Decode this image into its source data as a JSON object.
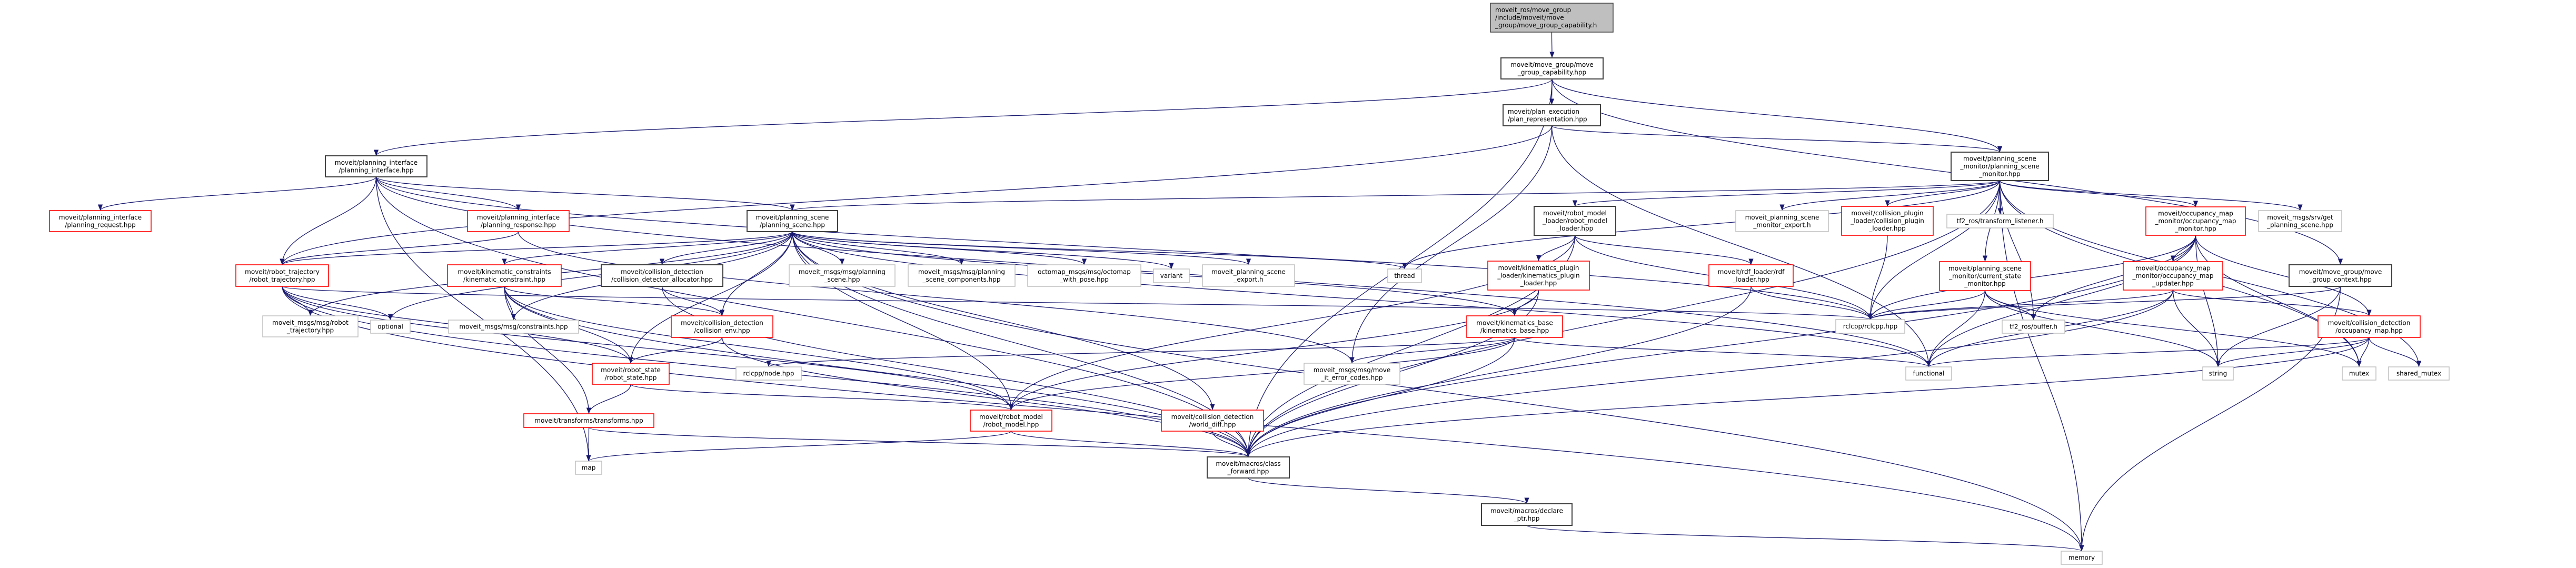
{
  "diagram": {
    "type": "include-dependency-graph",
    "colors": {
      "edge": "#191970",
      "root_fill": "#bfbfbf",
      "documented_border": "#404040",
      "truncated_border": "#ff0000",
      "external_border": "#bfbfbf"
    },
    "nodes": [
      {
        "id": "n0",
        "kind": "root",
        "lines": [
          "moveit_ros/move_group",
          "/include/moveit/move",
          "_group/move_group_capability.h"
        ],
        "align": "left"
      },
      {
        "id": "n1",
        "kind": "documented",
        "lines": [
          "moveit/move_group/move",
          "_group_capability.hpp"
        ]
      },
      {
        "id": "n2",
        "kind": "documented",
        "lines": [
          "moveit/plan_execution",
          "/plan_representation.hpp"
        ],
        "align": "left"
      },
      {
        "id": "n3",
        "kind": "documented",
        "lines": [
          "moveit/planning_interface",
          "/planning_interface.hpp"
        ]
      },
      {
        "id": "n4",
        "kind": "documented",
        "lines": [
          "moveit/planning_scene",
          "_monitor/planning_scene",
          "_monitor.hpp"
        ]
      },
      {
        "id": "n5",
        "kind": "truncated",
        "lines": [
          "moveit/planning_interface",
          "/planning_request.hpp"
        ]
      },
      {
        "id": "n6",
        "kind": "truncated",
        "lines": [
          "moveit/planning_interface",
          "/planning_response.hpp"
        ]
      },
      {
        "id": "n7",
        "kind": "documented",
        "lines": [
          "moveit/planning_scene",
          "/planning_scene.hpp"
        ]
      },
      {
        "id": "n8",
        "kind": "documented",
        "lines": [
          "moveit/robot_model",
          "_loader/robot_model",
          "_loader.hpp"
        ]
      },
      {
        "id": "n9",
        "kind": "external",
        "lines": [
          "moveit_planning_scene",
          "_monitor_export.h"
        ]
      },
      {
        "id": "n10",
        "kind": "truncated",
        "lines": [
          "moveit/collision_plugin",
          "_loader/collision_plugin",
          "_loader.hpp"
        ]
      },
      {
        "id": "n11",
        "kind": "external",
        "lines": [
          "tf2_ros/transform_listener.h"
        ]
      },
      {
        "id": "n12",
        "kind": "truncated",
        "lines": [
          "moveit/occupancy_map",
          "_monitor/occupancy_map",
          "_monitor.hpp"
        ]
      },
      {
        "id": "n13",
        "kind": "external",
        "lines": [
          "moveit_msgs/srv/get",
          "_planning_scene.hpp"
        ]
      },
      {
        "id": "n14",
        "kind": "documented",
        "lines": [
          "moveit/move_group/move",
          "_group_context.hpp"
        ]
      },
      {
        "id": "n15",
        "kind": "truncated",
        "lines": [
          "moveit/robot_trajectory",
          "/robot_trajectory.hpp"
        ]
      },
      {
        "id": "n16",
        "kind": "truncated",
        "lines": [
          "moveit/kinematic_constraints",
          "/kinematic_constraint.hpp"
        ]
      },
      {
        "id": "n17",
        "kind": "documented",
        "lines": [
          "moveit/collision_detection",
          "/collision_detector_allocator.hpp"
        ]
      },
      {
        "id": "n18",
        "kind": "external",
        "lines": [
          "moveit_msgs/msg/planning",
          "_scene.hpp"
        ]
      },
      {
        "id": "n19",
        "kind": "external",
        "lines": [
          "moveit_msgs/msg/planning",
          "_scene_components.hpp"
        ]
      },
      {
        "id": "n20",
        "kind": "external",
        "lines": [
          "octomap_msgs/msg/octomap",
          "_with_pose.hpp"
        ]
      },
      {
        "id": "n21",
        "kind": "external",
        "lines": [
          "variant"
        ]
      },
      {
        "id": "n22",
        "kind": "external",
        "lines": [
          "moveit_planning_scene",
          "_export.h"
        ]
      },
      {
        "id": "n23",
        "kind": "external",
        "lines": [
          "thread"
        ]
      },
      {
        "id": "n24",
        "kind": "truncated",
        "lines": [
          "moveit/kinematics_plugin",
          "_loader/kinematics_plugin",
          "_loader.hpp"
        ]
      },
      {
        "id": "n25",
        "kind": "truncated",
        "lines": [
          "moveit/rdf_loader/rdf",
          "_loader.hpp"
        ]
      },
      {
        "id": "n26",
        "kind": "truncated",
        "lines": [
          "moveit/planning_scene",
          "_monitor/current_state",
          "_monitor.hpp"
        ]
      },
      {
        "id": "n27",
        "kind": "truncated",
        "lines": [
          "moveit/occupancy_map",
          "_monitor/occupancy_map",
          "_updater.hpp"
        ]
      },
      {
        "id": "n28",
        "kind": "truncated",
        "lines": [
          "moveit/collision_detection",
          "/occupancy_map.hpp"
        ]
      },
      {
        "id": "n29",
        "kind": "external",
        "lines": [
          "moveit_msgs/msg/robot",
          "_trajectory.hpp"
        ]
      },
      {
        "id": "n30",
        "kind": "external",
        "lines": [
          "optional"
        ]
      },
      {
        "id": "n31",
        "kind": "external",
        "lines": [
          "moveit_msgs/msg/constraints.hpp"
        ]
      },
      {
        "id": "n32",
        "kind": "truncated",
        "lines": [
          "moveit/collision_detection",
          "/collision_env.hpp"
        ]
      },
      {
        "id": "n33",
        "kind": "truncated",
        "lines": [
          "moveit/kinematics_base",
          "/kinematics_base.hpp"
        ]
      },
      {
        "id": "n34",
        "kind": "external",
        "lines": [
          "rclcpp/rclcpp.hpp"
        ]
      },
      {
        "id": "n35",
        "kind": "external",
        "lines": [
          "tf2_ros/buffer.h"
        ]
      },
      {
        "id": "n36",
        "kind": "truncated",
        "lines": [
          "moveit/robot_state",
          "/robot_state.hpp"
        ]
      },
      {
        "id": "n37",
        "kind": "external",
        "lines": [
          "rclcpp/node.hpp"
        ]
      },
      {
        "id": "n38",
        "kind": "external",
        "lines": [
          "moveit_msgs/msg/move",
          "_it_error_codes.hpp"
        ]
      },
      {
        "id": "n39",
        "kind": "external",
        "lines": [
          "functional"
        ]
      },
      {
        "id": "n40",
        "kind": "external",
        "lines": [
          "string"
        ]
      },
      {
        "id": "n41",
        "kind": "external",
        "lines": [
          "mutex"
        ]
      },
      {
        "id": "n42",
        "kind": "external",
        "lines": [
          "shared_mutex"
        ]
      },
      {
        "id": "n43",
        "kind": "truncated",
        "lines": [
          "moveit/transforms/transforms.hpp"
        ]
      },
      {
        "id": "n44",
        "kind": "truncated",
        "lines": [
          "moveit/robot_model",
          "/robot_model.hpp"
        ]
      },
      {
        "id": "n45",
        "kind": "truncated",
        "lines": [
          "moveit/collision_detection",
          "/world_diff.hpp"
        ]
      },
      {
        "id": "n46",
        "kind": "external",
        "lines": [
          "map"
        ]
      },
      {
        "id": "n47",
        "kind": "documented",
        "lines": [
          "moveit/macros/class",
          "_forward.hpp"
        ]
      },
      {
        "id": "n48",
        "kind": "documented",
        "lines": [
          "moveit/macros/declare",
          "_ptr.hpp"
        ]
      },
      {
        "id": "n49",
        "kind": "external",
        "lines": [
          "memory"
        ]
      }
    ],
    "edges": [
      [
        "n0",
        "n1"
      ],
      [
        "n1",
        "n2"
      ],
      [
        "n1",
        "n3"
      ],
      [
        "n1",
        "n4"
      ],
      [
        "n1",
        "n14"
      ],
      [
        "n1",
        "n47"
      ],
      [
        "n2",
        "n4"
      ],
      [
        "n2",
        "n15"
      ],
      [
        "n2",
        "n38"
      ],
      [
        "n2",
        "n39"
      ],
      [
        "n3",
        "n5"
      ],
      [
        "n3",
        "n6"
      ],
      [
        "n3",
        "n7"
      ],
      [
        "n3",
        "n15"
      ],
      [
        "n3",
        "n47"
      ],
      [
        "n3",
        "n46"
      ],
      [
        "n3",
        "n39"
      ],
      [
        "n3",
        "n34"
      ],
      [
        "n4",
        "n7"
      ],
      [
        "n4",
        "n8"
      ],
      [
        "n4",
        "n9"
      ],
      [
        "n4",
        "n10"
      ],
      [
        "n4",
        "n11"
      ],
      [
        "n4",
        "n12"
      ],
      [
        "n4",
        "n13"
      ],
      [
        "n4",
        "n26"
      ],
      [
        "n4",
        "n23"
      ],
      [
        "n4",
        "n34"
      ],
      [
        "n4",
        "n35"
      ],
      [
        "n4",
        "n47"
      ],
      [
        "n4",
        "n41"
      ],
      [
        "n4",
        "n42"
      ],
      [
        "n4",
        "n49"
      ],
      [
        "n6",
        "n15"
      ],
      [
        "n6",
        "n38"
      ],
      [
        "n7",
        "n15"
      ],
      [
        "n7",
        "n16"
      ],
      [
        "n7",
        "n17"
      ],
      [
        "n7",
        "n18"
      ],
      [
        "n7",
        "n19"
      ],
      [
        "n7",
        "n20"
      ],
      [
        "n7",
        "n21"
      ],
      [
        "n7",
        "n22"
      ],
      [
        "n7",
        "n23"
      ],
      [
        "n7",
        "n29"
      ],
      [
        "n7",
        "n30"
      ],
      [
        "n7",
        "n31"
      ],
      [
        "n7",
        "n32"
      ],
      [
        "n7",
        "n33"
      ],
      [
        "n7",
        "n36"
      ],
      [
        "n7",
        "n44"
      ],
      [
        "n7",
        "n45"
      ],
      [
        "n7",
        "n47"
      ],
      [
        "n7",
        "n39"
      ],
      [
        "n7",
        "n49"
      ],
      [
        "n8",
        "n24"
      ],
      [
        "n8",
        "n25"
      ],
      [
        "n8",
        "n44"
      ],
      [
        "n8",
        "n47"
      ],
      [
        "n8",
        "n34"
      ],
      [
        "n10",
        "n34"
      ],
      [
        "n12",
        "n27"
      ],
      [
        "n12",
        "n28"
      ],
      [
        "n12",
        "n34"
      ],
      [
        "n12",
        "n35"
      ],
      [
        "n12",
        "n39"
      ],
      [
        "n12",
        "n40"
      ],
      [
        "n12",
        "n41"
      ],
      [
        "n12",
        "n47"
      ],
      [
        "n14",
        "n34"
      ],
      [
        "n14",
        "n40"
      ],
      [
        "n14",
        "n49"
      ],
      [
        "n15",
        "n29"
      ],
      [
        "n15",
        "n30"
      ],
      [
        "n15",
        "n36"
      ],
      [
        "n15",
        "n44"
      ],
      [
        "n15",
        "n47"
      ],
      [
        "n15",
        "n49"
      ],
      [
        "n15",
        "n34"
      ],
      [
        "n16",
        "n31"
      ],
      [
        "n16",
        "n32"
      ],
      [
        "n16",
        "n36"
      ],
      [
        "n16",
        "n43"
      ],
      [
        "n16",
        "n44"
      ],
      [
        "n16",
        "n47"
      ],
      [
        "n17",
        "n32"
      ],
      [
        "n17",
        "n47"
      ],
      [
        "n24",
        "n33"
      ],
      [
        "n24",
        "n44"
      ],
      [
        "n24",
        "n47"
      ],
      [
        "n25",
        "n34"
      ],
      [
        "n25",
        "n47"
      ],
      [
        "n26",
        "n34"
      ],
      [
        "n26",
        "n35"
      ],
      [
        "n26",
        "n39"
      ],
      [
        "n26",
        "n40"
      ],
      [
        "n26",
        "n41"
      ],
      [
        "n27",
        "n28"
      ],
      [
        "n27",
        "n40"
      ],
      [
        "n27",
        "n39"
      ],
      [
        "n27",
        "n47"
      ],
      [
        "n27",
        "n34"
      ],
      [
        "n28",
        "n39"
      ],
      [
        "n28",
        "n40"
      ],
      [
        "n28",
        "n41"
      ],
      [
        "n28",
        "n42"
      ],
      [
        "n28",
        "n47"
      ],
      [
        "n32",
        "n36"
      ],
      [
        "n32",
        "n47"
      ],
      [
        "n33",
        "n37"
      ],
      [
        "n33",
        "n38"
      ],
      [
        "n33",
        "n44"
      ],
      [
        "n33",
        "n47"
      ],
      [
        "n33",
        "n39"
      ],
      [
        "n36",
        "n43"
      ],
      [
        "n36",
        "n44"
      ],
      [
        "n43",
        "n46"
      ],
      [
        "n43",
        "n47"
      ],
      [
        "n44",
        "n47"
      ],
      [
        "n44",
        "n46"
      ],
      [
        "n45",
        "n47"
      ],
      [
        "n47",
        "n48"
      ],
      [
        "n48",
        "n49"
      ]
    ]
  }
}
